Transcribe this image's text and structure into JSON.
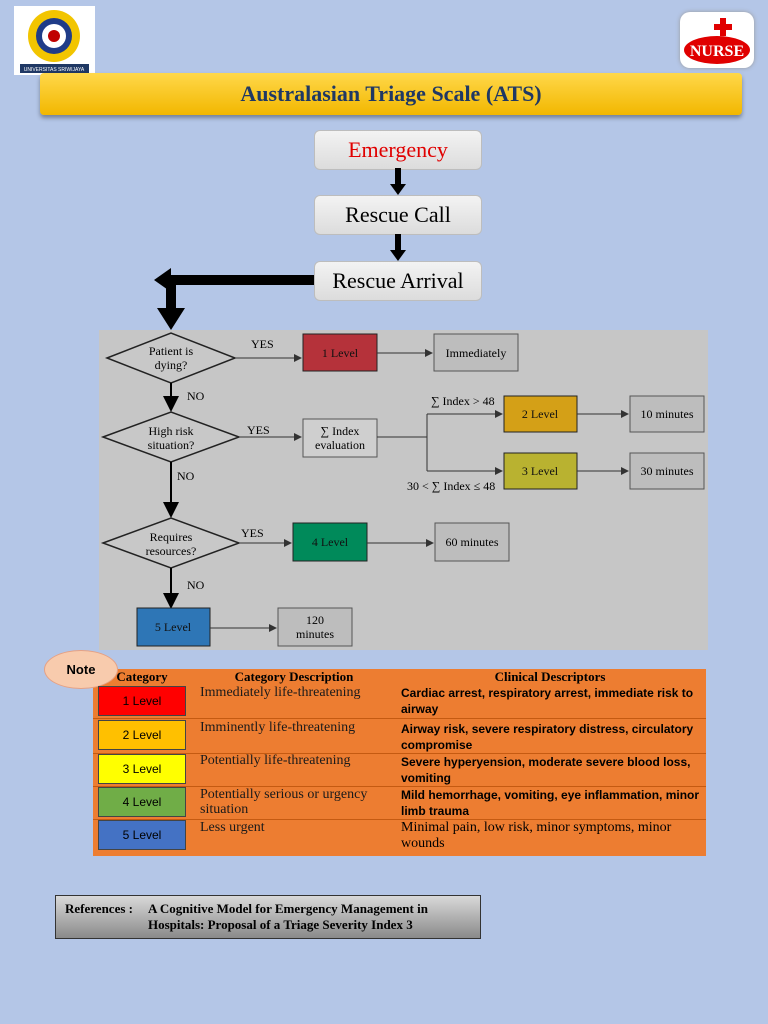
{
  "title": "Australasian Triage Scale (ATS)",
  "logo_left": {
    "text": "UNIVERSITAS SRIWIJAYA"
  },
  "logo_right": {
    "text": "NURSE"
  },
  "flow_top": {
    "emergency": "Emergency",
    "rescue_call": "Rescue Call",
    "rescue_arrival": "Rescue Arrival"
  },
  "diagram": {
    "q1": [
      "Patient is",
      "dying?"
    ],
    "q2": [
      "High risk",
      "situation?"
    ],
    "q3": [
      "Requires",
      "resources?"
    ],
    "yes": "YES",
    "no": "NO",
    "index_eval": [
      "∑ Index",
      "evaluation"
    ],
    "gt48": "∑ Index > 48",
    "range": "30 < ∑ Index ≤ 48",
    "levels": [
      "1 Level",
      "2 Level",
      "3 Level",
      "4 Level",
      "5 Level"
    ],
    "immediately": "Immediately",
    "m10": "10 minutes",
    "m30": "30 minutes",
    "m60": "60 minutes",
    "m120": [
      "120",
      "minutes"
    ],
    "colors": {
      "l1": "#b5323a",
      "l2": "#d4a017",
      "l3": "#b9b230",
      "l4": "#008a5a",
      "l5": "#2e76b6"
    }
  },
  "note": "Note",
  "table": {
    "headers": [
      "Category",
      "Category Description",
      "Clinical Descriptors"
    ],
    "rows": [
      {
        "level": "1 Level",
        "color": "#ff0000",
        "desc": "Immediately life-threatening",
        "clinical": "Cardiac arrest, respiratory arrest, immediate risk to airway"
      },
      {
        "level": "2 Level",
        "color": "#ffc000",
        "desc": "Imminently life-threatening",
        "clinical": "Airway risk, severe respiratory distress, circulatory compromise"
      },
      {
        "level": "3 Level",
        "color": "#ffff00",
        "desc": "Potentially life-threatening",
        "clinical": "Severe hyperyension, moderate severe blood loss, vomiting"
      },
      {
        "level": "4 Level",
        "color": "#70ad47",
        "desc": "Potentially serious or urgency situation",
        "clinical": "Mild hemorrhage, vomiting, eye inflammation, minor limb trauma"
      },
      {
        "level": "5 Level",
        "color": "#4472c4",
        "desc": "Less urgent",
        "clinical": "Minimal pain, low risk, minor symptoms, minor wounds"
      }
    ]
  },
  "references": {
    "label": "References :",
    "line1": "A Cognitive Model for Emergency Management in",
    "line2": "Hospitals: Proposal of a Triage Severity Index  3"
  }
}
